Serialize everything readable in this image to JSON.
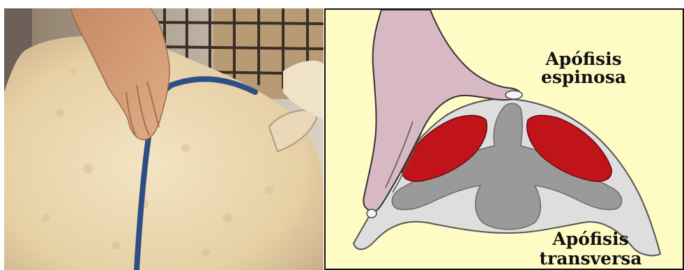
{
  "photo": {
    "subject": "sheep-back-with-hand-palpation",
    "colors": {
      "wool": "#e9d6b0",
      "stripe": "#2e4e86",
      "hand": "#d19a72",
      "pen": "#4a3c2e",
      "sky": "#f0ede8"
    }
  },
  "diagram": {
    "background": "#fefbc4",
    "labels": {
      "spinous_line1": "Apófisis",
      "spinous_line2": "espinosa",
      "transverse_line1": "Apófisis",
      "transverse_line2": "transversa"
    },
    "colors": {
      "outline_fill": "#dedede",
      "bone": "#9a9a9a",
      "muscle": "#c0141a",
      "hand": "#d8b8c4"
    }
  }
}
